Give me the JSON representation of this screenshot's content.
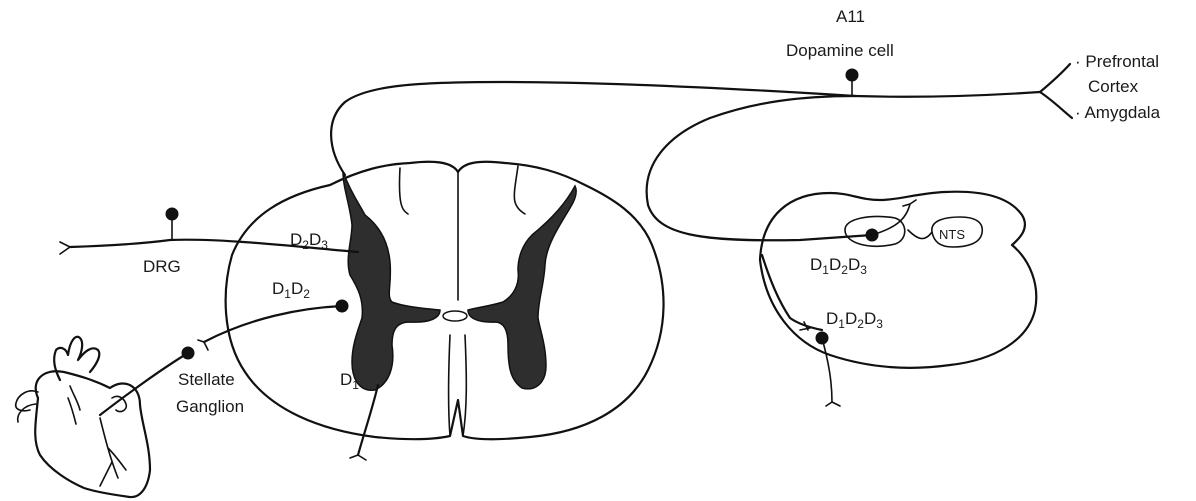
{
  "labels": {
    "a11_title": "A11",
    "a11_subtitle": "Dopamine cell",
    "targets": {
      "prefrontal_line1": "· Prefrontal",
      "prefrontal_line2": "Cortex",
      "amygdala": "· Amygdala"
    },
    "drg": "DRG",
    "dorsal_horn_receptors": [
      {
        "letter": "D",
        "sub": "2"
      },
      {
        "letter": "D",
        "sub": "3"
      }
    ],
    "ilc_receptors": [
      {
        "letter": "D",
        "sub": "1"
      },
      {
        "letter": "D",
        "sub": "2"
      }
    ],
    "ventral_receptor": [
      {
        "letter": "D",
        "sub": "1"
      }
    ],
    "stellate_line1": "Stellate",
    "stellate_line2": "Ganglion",
    "nts": "NTS",
    "medulla_receptors_1": [
      {
        "letter": "D",
        "sub": "1"
      },
      {
        "letter": "D",
        "sub": "2"
      },
      {
        "letter": "D",
        "sub": "3"
      }
    ],
    "medulla_receptors_2": [
      {
        "letter": "D",
        "sub": "1"
      },
      {
        "letter": "D",
        "sub": "2"
      },
      {
        "letter": "D",
        "sub": "3"
      }
    ]
  }
}
